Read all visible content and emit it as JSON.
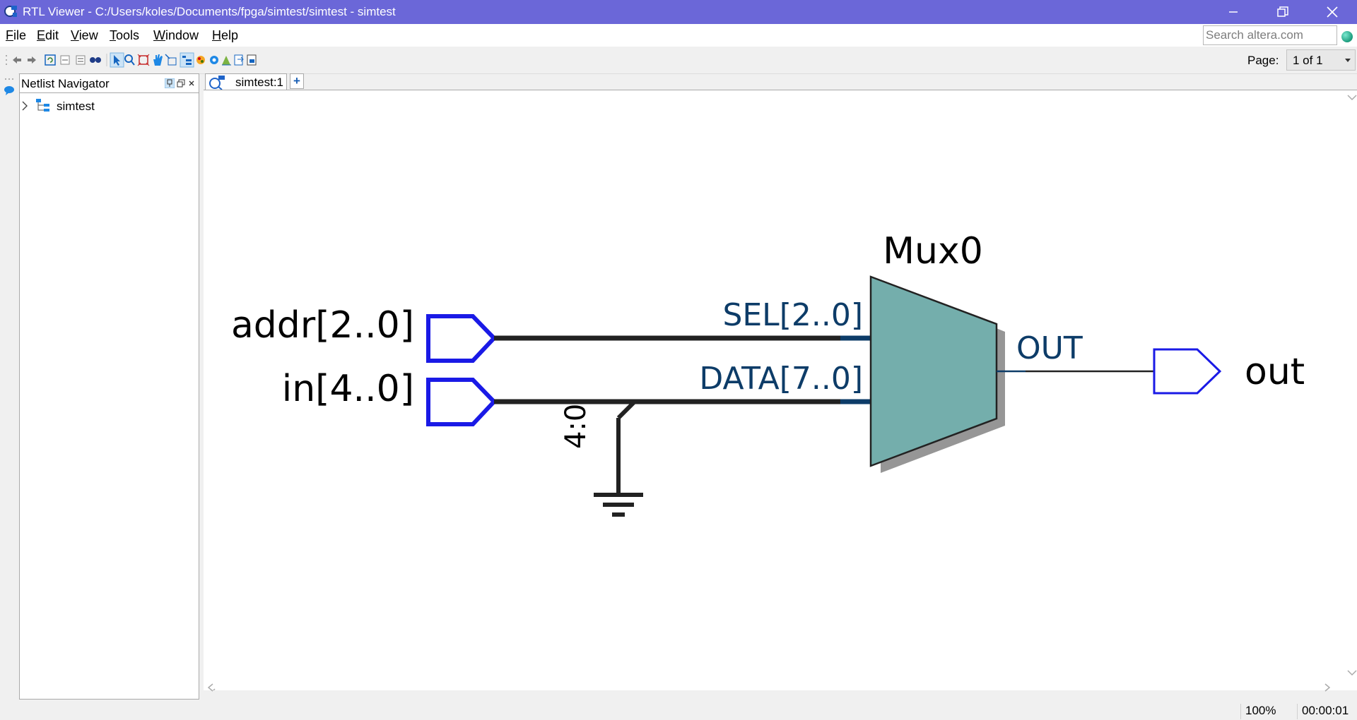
{
  "window": {
    "title": "RTL Viewer - C:/Users/koles/Documents/fpga/simtest/simtest - simtest"
  },
  "menu": {
    "items": [
      {
        "first": "F",
        "rest": "ile"
      },
      {
        "first": "E",
        "rest": "dit"
      },
      {
        "first": "V",
        "rest": "iew"
      },
      {
        "first": "T",
        "rest": "ools"
      },
      {
        "first": "W",
        "rest": "indow"
      },
      {
        "first": "H",
        "rest": "elp"
      }
    ]
  },
  "search": {
    "placeholder": "Search altera.com"
  },
  "toolbar": {
    "icons": [
      "back-icon",
      "forward-icon",
      "refresh-icon",
      "collapse-icon",
      "expand-icon",
      "find-icon",
      "select-icon",
      "zoom-icon",
      "fit-icon",
      "hand-icon",
      "region-icon",
      "hierarchy-icon",
      "color-icon",
      "settings-icon",
      "chart-icon",
      "export-icon",
      "print-icon"
    ],
    "page_label": "Page:",
    "page_value": "1 of 1"
  },
  "navigator": {
    "title": "Netlist Navigator",
    "tree": [
      {
        "label": "simtest",
        "expanded": false
      }
    ]
  },
  "tabs": [
    {
      "label": "simtest:1"
    }
  ],
  "schematic": {
    "inputs": [
      {
        "name": "addr[2..0]"
      },
      {
        "name": "in[4..0]"
      }
    ],
    "mux": {
      "name": "Mux0",
      "ports": {
        "sel": "SEL[2..0]",
        "data": "DATA[7..0]",
        "out": "OUT"
      },
      "color": "#74aeac"
    },
    "bus_split_label": "4:0",
    "output": {
      "name": "out"
    },
    "pin_color": "#1a1ae6",
    "port_label_color": "#0d3c68"
  },
  "status": {
    "zoom": "100%",
    "time": "00:00:01"
  }
}
